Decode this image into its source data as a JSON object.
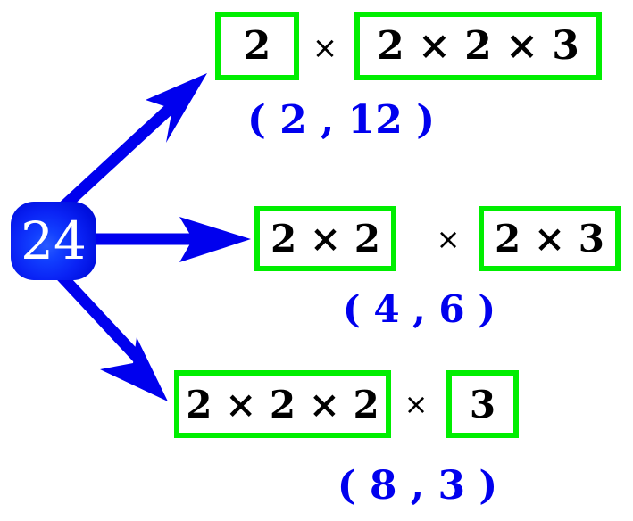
{
  "diagram": {
    "title": "factor-pairs-of-24",
    "colors": {
      "box_border": "#00ee00",
      "node_blue": "#0010e0",
      "arrow_blue": "#0000ee",
      "label_blue": "#0000ee",
      "text_black": "#000000",
      "background": "#ffffff"
    },
    "start_node": {
      "value": "24"
    },
    "times_symbol": "×",
    "rows": [
      {
        "id": "row-1",
        "left_box": "2",
        "operator": "×",
        "right_box": "2 × 2 × 3",
        "pair_label": "( 2 , 12 )"
      },
      {
        "id": "row-2",
        "left_box": "2 × 2",
        "operator": "×",
        "right_box": "2 × 3",
        "pair_label": "( 4 , 6 )"
      },
      {
        "id": "row-3",
        "left_box": "2 × 2 × 2",
        "operator": "×",
        "right_box": "3",
        "pair_label": "( 8 , 3 )"
      }
    ]
  }
}
